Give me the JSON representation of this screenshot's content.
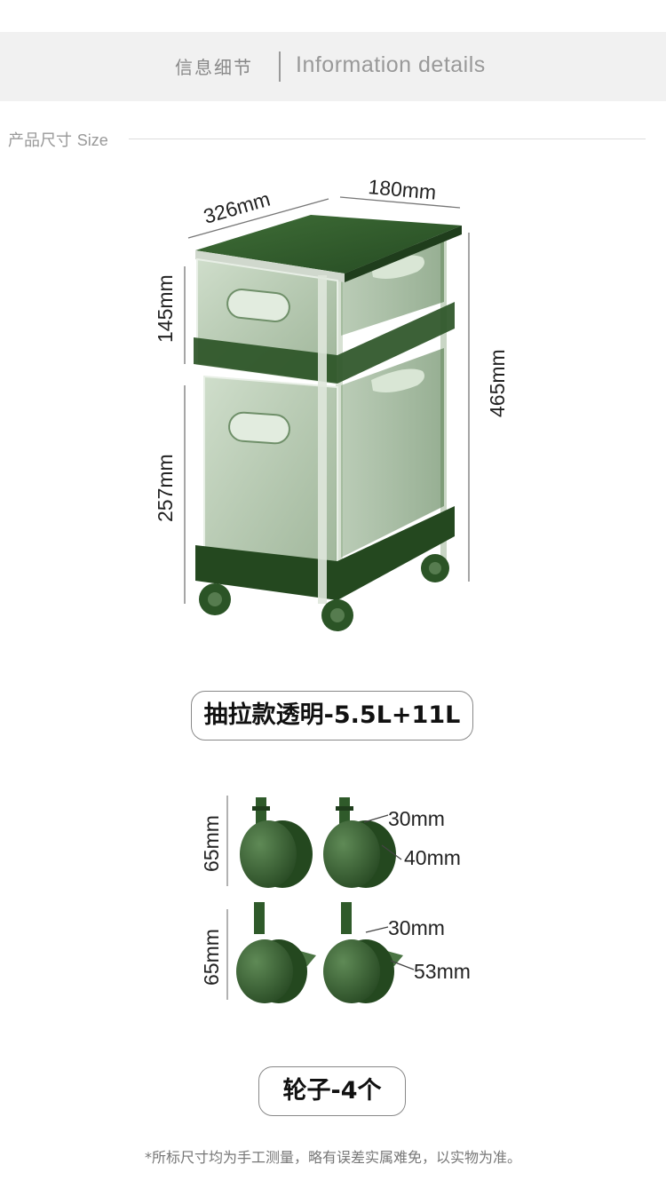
{
  "header": {
    "title_cn": "信息细节",
    "title_en": "Information details"
  },
  "section": {
    "label_cn": "产品尺寸",
    "label_en": "Size"
  },
  "cart_dimensions": {
    "depth": "326mm",
    "width": "180mm",
    "total_height": "465mm",
    "upper_drawer_height": "145mm",
    "lower_drawer_height": "257mm"
  },
  "product_tag": "抽拉款透明-5.5L+11L",
  "wheels": {
    "row1": {
      "height": "65mm",
      "width": "30mm",
      "diameter": "40mm"
    },
    "row2": {
      "height": "65mm",
      "width": "30mm",
      "diameter": "53mm"
    }
  },
  "wheels_tag": "轮子-4个",
  "footnote": "*所标尺寸均为手工测量，略有误差实属难免，以实物为准。",
  "colors": {
    "cart_green": "#2f5a2a",
    "drawer_tint": "#a9c2a3",
    "header_bg": "#f1f1f1"
  }
}
